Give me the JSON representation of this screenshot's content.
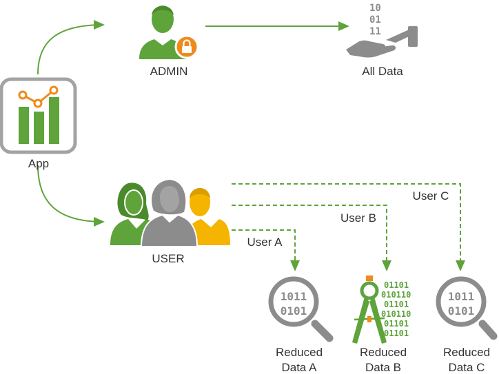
{
  "nodes": {
    "app": "App",
    "admin": "ADMIN",
    "all_data": "All Data",
    "user": "USER",
    "reduced_a": [
      "Reduced",
      "Data A"
    ],
    "reduced_b": [
      "Reduced",
      "Data B"
    ],
    "reduced_c": [
      "Reduced",
      "Data C"
    ]
  },
  "edges": {
    "user_a": "User A",
    "user_b": "User B",
    "user_c": "User C"
  },
  "binary": {
    "all_data": [
      "10",
      "01",
      "11"
    ],
    "magnifier": [
      "1011",
      "0101"
    ],
    "compass": [
      "01101",
      "010110",
      "01101",
      "010110",
      "01101",
      "01101"
    ]
  },
  "colors": {
    "green": "#5fa33b",
    "gray": "#8c8c8c",
    "light_gray": "#a3a3a3",
    "yellow": "#f4b400",
    "orange": "#f08a1c"
  },
  "icons": [
    "app-chart-icon",
    "admin-lock-icon",
    "hand-data-icon",
    "users-group-icon",
    "magnifier-icon",
    "compass-icon"
  ]
}
